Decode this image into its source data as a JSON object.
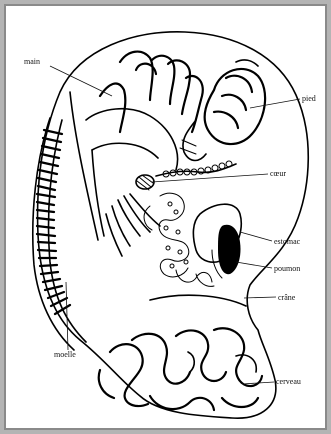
{
  "labels": {
    "main": "main",
    "pied": "pied",
    "coeur": "cœur",
    "estomac": "estomac",
    "poumon": "poumon",
    "crane": "crâne",
    "moelle": "moelle",
    "cerveau": "cerveau"
  },
  "colors": {
    "background": "#f5f5f5",
    "frame": "#9a9a9a",
    "ink": "#000000"
  }
}
